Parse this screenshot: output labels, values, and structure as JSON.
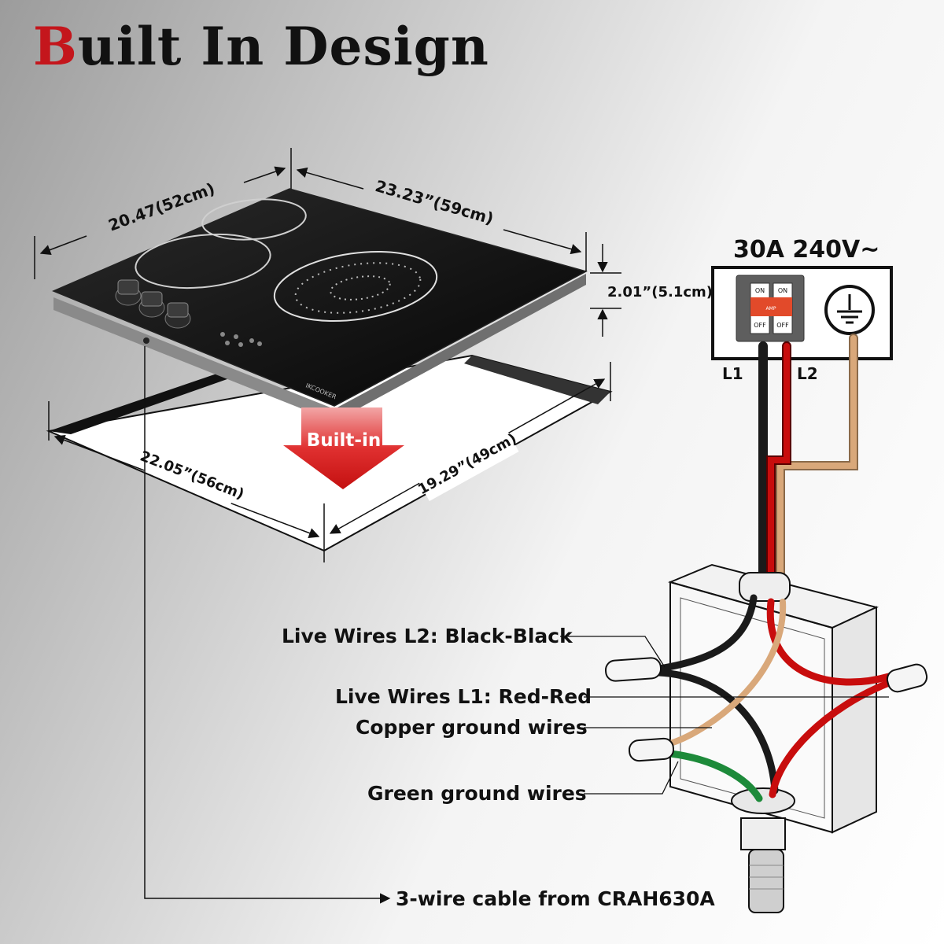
{
  "title": {
    "first_letter": "B",
    "rest": "uilt In Design"
  },
  "dimensions": {
    "cooktop_depth": "20.47(52cm)",
    "cooktop_width": "23.23”(59cm)",
    "cooktop_height": "2.01”(5.1cm)",
    "cutout_width": "22.05”(56cm)",
    "cutout_depth": "19.29”(49cm)"
  },
  "builtin_label": "Built-in",
  "brand": "IKCOOKER",
  "breaker": {
    "rating": "30A 240V~",
    "switch_on": "ON",
    "switch_off": "OFF",
    "amp": "AMP",
    "l1": "L1",
    "l2": "L2"
  },
  "callouts": {
    "l2": "Live Wires L2: Black-Black",
    "l1": "Live Wires L1: Red-Red",
    "copper": "Copper ground wires",
    "green": "Green ground wires",
    "cable": "3-wire cable from CRAH630A"
  },
  "colors": {
    "accent_red": "#c4161c",
    "wire_red": "#c80d0d",
    "wire_copper": "#d9a87a",
    "wire_green": "#1d8a3a",
    "wire_black": "#1a1a1a"
  }
}
